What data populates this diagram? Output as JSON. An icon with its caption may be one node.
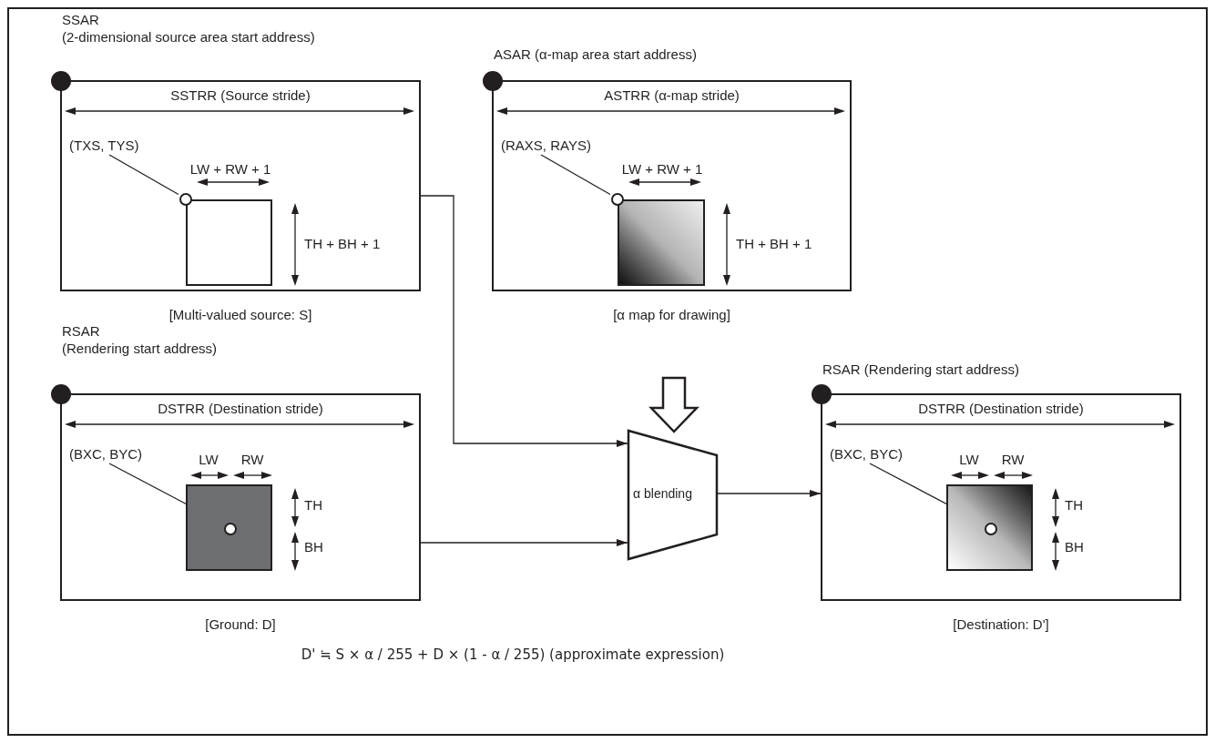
{
  "diagram": {
    "nodes": [
      {
        "text": [
          "SSAR (2-dimensional source area start address)",
          "SSTRR (Source stride)"
        ],
        "beside": [
          "[Multi-valued source: S]"
        ]
      },
      {
        "text": [
          "(TXS, TYS)"
        ],
        "in": 0
      },
      {
        "text": [],
        "shape": "circle",
        "in": 0
      },
      {
        "text": [],
        "shape": "box",
        "in": 0,
        "beside": [
          "LW + RW + 1",
          "TH + BH + 1"
        ]
      },
      {
        "text": [
          "ASAR (α-map area start address)",
          "ASTRR (α-map stride)"
        ],
        "beside": [
          "[α map for drawing]"
        ]
      },
      {
        "text": [
          "(RAXS, RAYS)"
        ],
        "in": 4
      },
      {
        "text": [],
        "shape": "circle",
        "in": 4
      },
      {
        "text": [],
        "shape": "box",
        "in": 4,
        "beside": [
          "LW + RW + 1",
          "TH + BH + 1"
        ]
      },
      {
        "text": [
          "RSAR (Rendering start address)",
          "DSTRR (Destination stride)"
        ],
        "beside": [
          "[Ground: D]"
        ]
      },
      {
        "text": [
          "(BXC, BYC)"
        ],
        "in": 8
      },
      {
        "text": [],
        "shape": "box",
        "in": 8,
        "beside": [
          "LW",
          "RW",
          "TH",
          "BH"
        ]
      },
      {
        "text": [],
        "shape": "circle",
        "in": 10
      },
      {
        "text": [
          "α blending"
        ]
      },
      {
        "text": [
          "RSAR (Rendering start address)",
          "DSTRR (Destination stride)"
        ],
        "beside": [
          "[Destination: D']"
        ]
      },
      {
        "text": [
          "(BXC, BYC)"
        ],
        "in": 13
      },
      {
        "text": [],
        "shape": "box",
        "in": 13,
        "beside": [
          "LW",
          "RW",
          "TH",
          "BH"
        ]
      },
      {
        "text": [],
        "shape": "circle",
        "in": 15
      }
    ],
    "edges": [
      {
        "from": 1,
        "to": 2,
        "arrow": "none"
      },
      {
        "from": 5,
        "to": 6,
        "arrow": "none"
      },
      {
        "from": 9,
        "to": 11,
        "arrow": "none"
      },
      {
        "from": 14,
        "to": 16,
        "arrow": "none"
      },
      {
        "from": 0,
        "to": 12,
        "arrow": "to"
      },
      {
        "from": 8,
        "to": 12,
        "arrow": "to"
      },
      {
        "from": 12,
        "to": 13,
        "arrow": "to"
      },
      {
        "from": null,
        "to": 12,
        "arrow": "to"
      }
    ],
    "labels": [
      "D' ≒ S × α / 255 + D × (1 - α / 255) (approximate expression)"
    ]
  }
}
